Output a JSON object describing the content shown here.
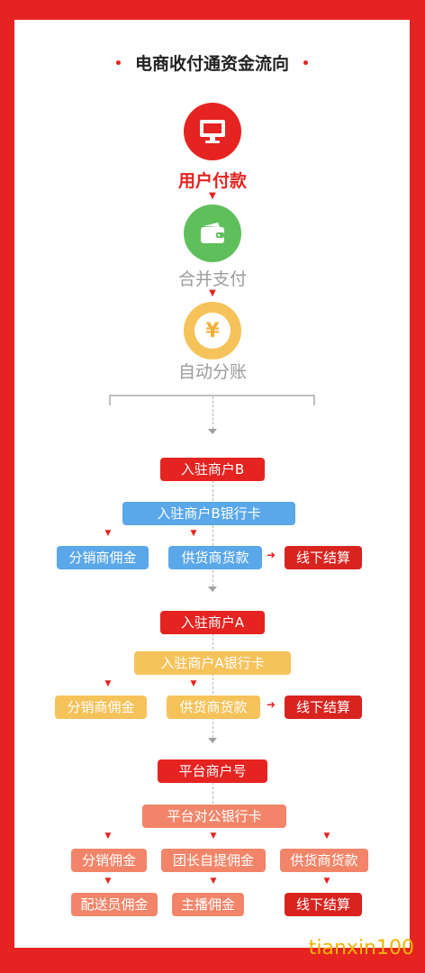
{
  "title": "电商收付通资金流向",
  "title_dot": "•",
  "steps": [
    {
      "label": "用户付款",
      "icon": "monitor-icon",
      "color": "#e52321"
    },
    {
      "label": "合并支付",
      "icon": "wallet-icon",
      "color": "#5fbf5b"
    },
    {
      "label": "自动分账",
      "icon": "yen-coin-icon",
      "color": "#f6c25a"
    }
  ],
  "yen_symbol": "¥",
  "down_arrow": "▼",
  "right_arrow": "➜",
  "section_b": {
    "merchant": "入驻商户B",
    "bank_card": "入驻商户B银行卡",
    "commission": "分销商佣金",
    "supplier_payment": "供货商货款",
    "offline": "线下结算"
  },
  "section_a": {
    "merchant": "入驻商户A",
    "bank_card": "入驻商户A银行卡",
    "commission": "分销商佣金",
    "supplier_payment": "供货商货款",
    "offline": "线下结算"
  },
  "section_platform": {
    "merchant": "平台商户号",
    "bank_card": "平台对公银行卡",
    "distribution_commission": "分销佣金",
    "leader_commission": "团长自提佣金",
    "supplier_payment": "供货商货款",
    "delivery_commission": "配送员佣金",
    "streamer_commission": "主播佣金",
    "offline": "线下结算"
  },
  "watermark": "tianxin100"
}
